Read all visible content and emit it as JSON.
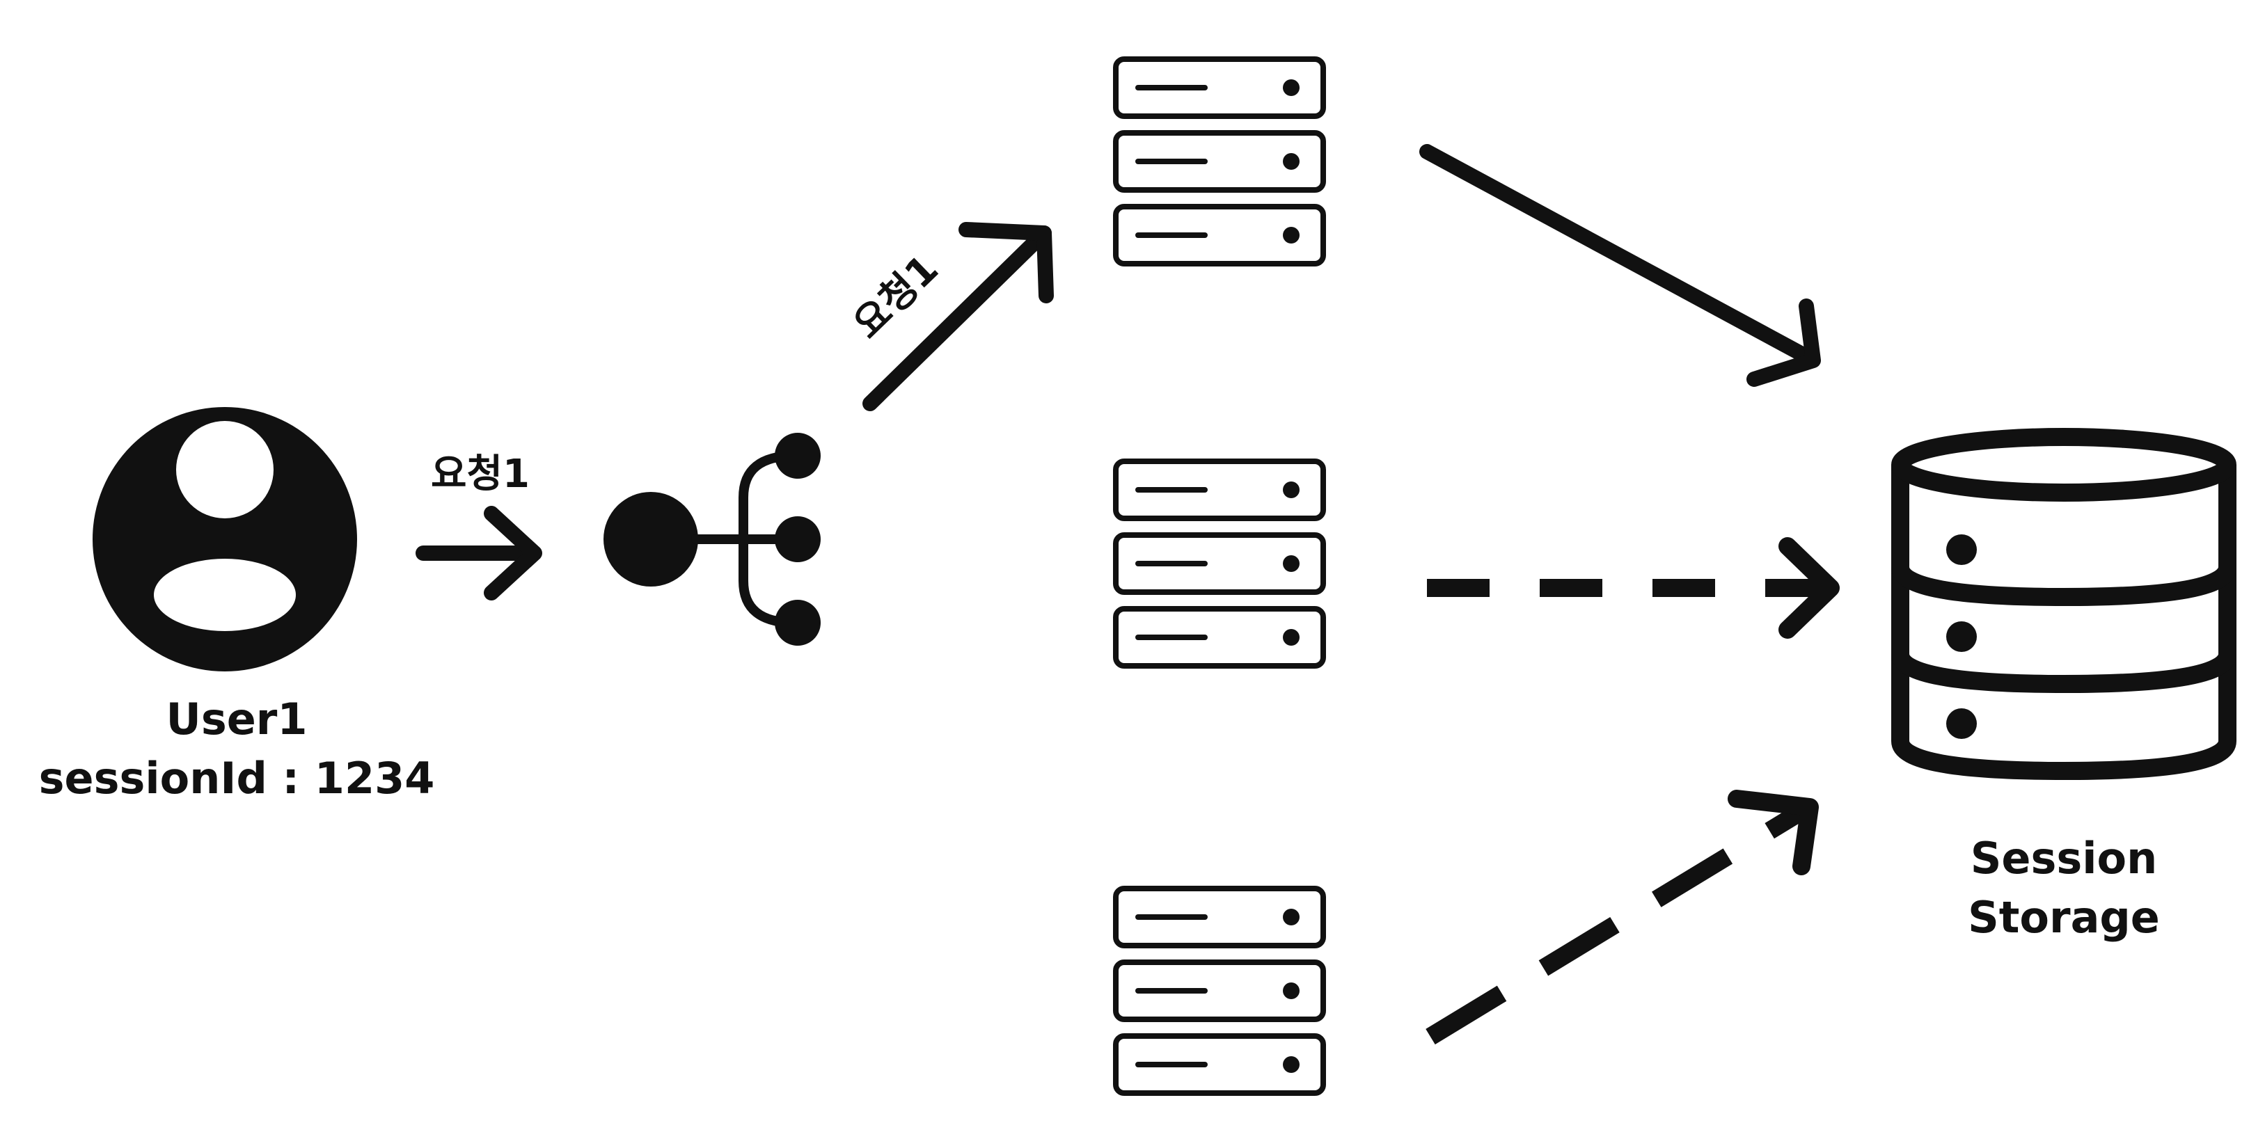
{
  "user": {
    "name": "User1",
    "session": "sessionId : 1234",
    "icon": "user-avatar-icon"
  },
  "request_label_1": "요청1",
  "request_label_2": "요청1",
  "load_balancer": {
    "icon": "load-balancer-icon"
  },
  "servers": [
    {
      "icon": "server-rack-icon"
    },
    {
      "icon": "server-rack-icon"
    },
    {
      "icon": "server-rack-icon"
    }
  ],
  "storage": {
    "line1": "Session",
    "line2": "Storage",
    "icon": "database-icon"
  },
  "colors": {
    "ink": "#111111",
    "background": "#ffffff"
  }
}
